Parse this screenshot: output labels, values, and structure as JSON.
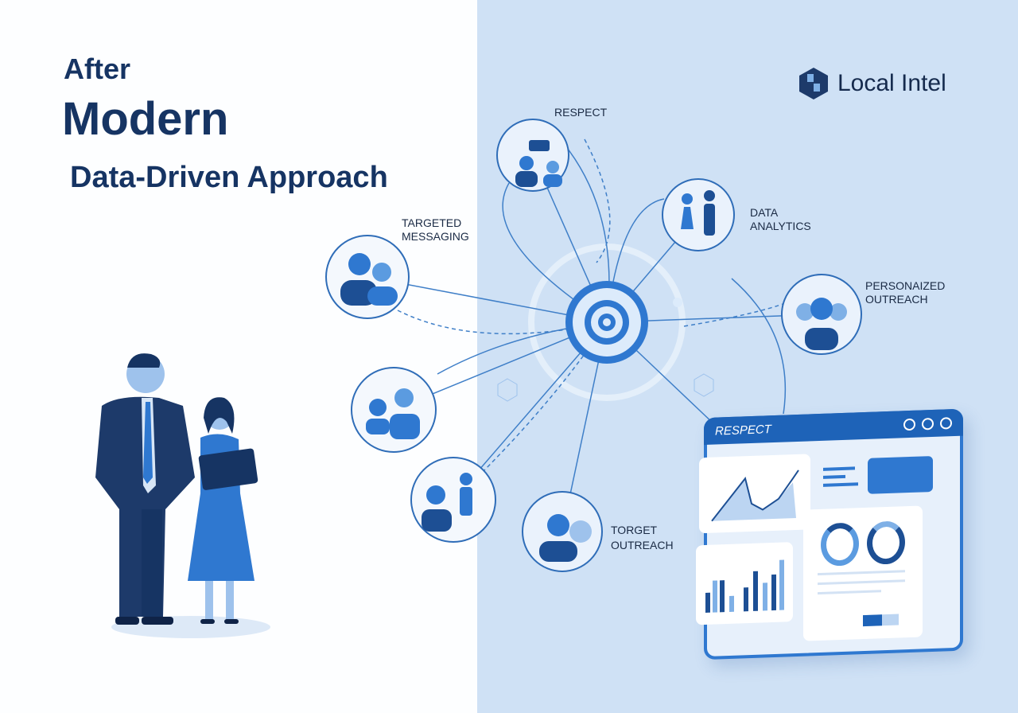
{
  "header": {
    "line1": "After",
    "line2": "Modern",
    "line3": "Data-Driven Approach"
  },
  "logo": {
    "name": "Local Intel"
  },
  "nodes": {
    "respect": "RESPECT",
    "data_analytics": [
      "DATA",
      "ANALYTICS"
    ],
    "targeted_messaging": [
      "TARGETED",
      "MESSAGING"
    ],
    "personalized_outreach": [
      "PERSONAIZED",
      "OUTREACH"
    ],
    "torget_outreach": [
      "TORGET",
      "OUTREACH"
    ]
  },
  "dashboard": {
    "title": "RESPECT",
    "icons": [
      "search-icon",
      "circle-icon",
      "circle-icon"
    ]
  },
  "colors": {
    "navy": "#163463",
    "blue": "#2f78d0",
    "light_bg": "#cfe1f5"
  }
}
